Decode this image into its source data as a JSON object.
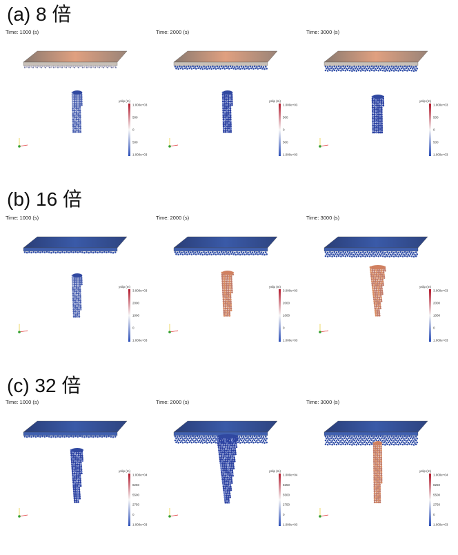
{
  "sections": [
    {
      "title": "(a) 8 倍",
      "panels": [
        {
          "time": "Time: 1000 (s)",
          "colorbar": {
            "title": "yslip (m)",
            "ticks": [
              "1.000e+03",
              "500",
              "0",
              "500",
              "1.000e+03"
            ]
          }
        },
        {
          "time": "Time: 2000 (s)",
          "colorbar": {
            "title": "yslip (m)",
            "ticks": [
              "1.000e+03",
              "500",
              "0",
              "500",
              "1.000e+03"
            ]
          }
        },
        {
          "time": "Time: 3000 (s)",
          "colorbar": {
            "title": "yslip (m)",
            "ticks": [
              "1.000e+03",
              "500",
              "0",
              "500",
              "1.000e+03"
            ]
          }
        }
      ]
    },
    {
      "title": "(b) 16 倍",
      "panels": [
        {
          "time": "Time: 1000 (s)",
          "colorbar": {
            "title": "yslip (m)",
            "ticks": [
              "3.000e+03",
              "2000",
              "1000",
              "0",
              "1.000e+03"
            ]
          }
        },
        {
          "time": "Time: 2000 (s)",
          "colorbar": {
            "title": "yslip (m)",
            "ticks": [
              "3.000e+03",
              "2000",
              "1000",
              "0",
              "1.000e+03"
            ]
          }
        },
        {
          "time": "Time: 3000 (s)",
          "colorbar": {
            "title": "yslip (m)",
            "ticks": [
              "3.000e+03",
              "2000",
              "1000",
              "0",
              "1.000e+03"
            ]
          }
        }
      ]
    },
    {
      "title": "(c) 32 倍",
      "panels": [
        {
          "time": "Time: 1000 (s)",
          "colorbar": {
            "title": "yslip (m)",
            "ticks": [
              "1.000e+04",
              "8250",
              "5500",
              "2750",
              "0",
              "1.000e+03"
            ]
          }
        },
        {
          "time": "Time: 2000 (s)",
          "colorbar": {
            "title": "yslip (m)",
            "ticks": [
              "1.000e+04",
              "8250",
              "5500",
              "2750",
              "0",
              "1.000e+03"
            ]
          }
        },
        {
          "time": "Time: 3000 (s)",
          "colorbar": {
            "title": "yslip (m)",
            "ticks": [
              "1.000e+04",
              "8250",
              "5500",
              "2750",
              "0",
              "1.000e+03"
            ]
          }
        }
      ]
    }
  ],
  "colors": {
    "colormap_high": "#b2182b",
    "colormap_mid": "#f7f7f7",
    "colormap_low": "#2c4fb8",
    "slab_orange": "#e0a080",
    "slab_blue": "#3a5aa8",
    "particle_blue": "#3350a8",
    "axis_x": "#e03030",
    "axis_y": "#e8d040",
    "axis_z": "#30a030"
  },
  "icons": [
    "orientation-axes-icon"
  ]
}
